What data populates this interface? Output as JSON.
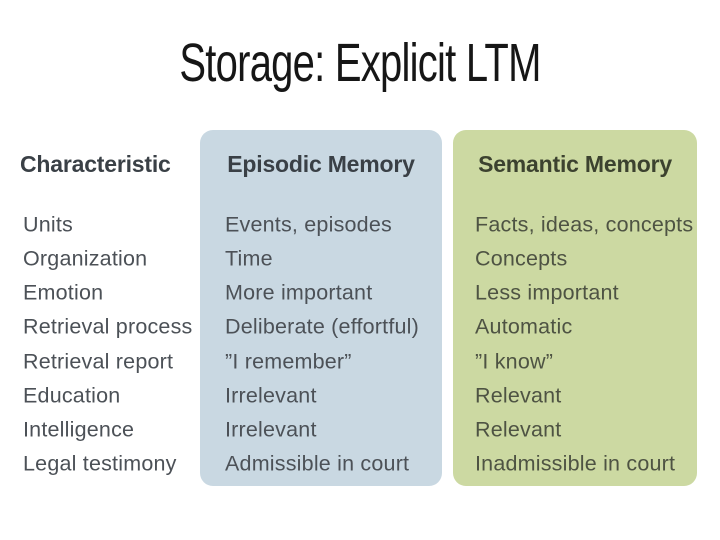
{
  "slide": {
    "title": "Storage: Explicit LTM",
    "title_color": "#161616",
    "background": "#ffffff"
  },
  "table": {
    "columns": {
      "characteristic_header": "Characteristic",
      "episodic_header": "Episodic Memory",
      "semantic_header": "Semantic Memory"
    },
    "colors": {
      "episodic_panel_bg": "#c9d8e2",
      "semantic_panel_bg": "#ccd9a2",
      "header_text": "#3a4046",
      "body_text": "#4c5157",
      "semantic_body_text": "#4e5343"
    },
    "rows": [
      {
        "characteristic": "Units",
        "episodic": "Events, episodes",
        "semantic": "Facts, ideas, concepts"
      },
      {
        "characteristic": "Organization",
        "episodic": "Time",
        "semantic": "Concepts"
      },
      {
        "characteristic": "Emotion",
        "episodic": "More important",
        "semantic": "Less important"
      },
      {
        "characteristic": "Retrieval process",
        "episodic": "Deliberate (effortful)",
        "semantic": "Automatic"
      },
      {
        "characteristic": "Retrieval report",
        "episodic": "”I remember”",
        "semantic": "”I know”"
      },
      {
        "characteristic": "Education",
        "episodic": "Irrelevant",
        "semantic": "Relevant"
      },
      {
        "characteristic": "Intelligence",
        "episodic": "Irrelevant",
        "semantic": "Relevant"
      },
      {
        "characteristic": "Legal testimony",
        "episodic": "Admissible in court",
        "semantic": "Inadmissible in court"
      }
    ]
  }
}
